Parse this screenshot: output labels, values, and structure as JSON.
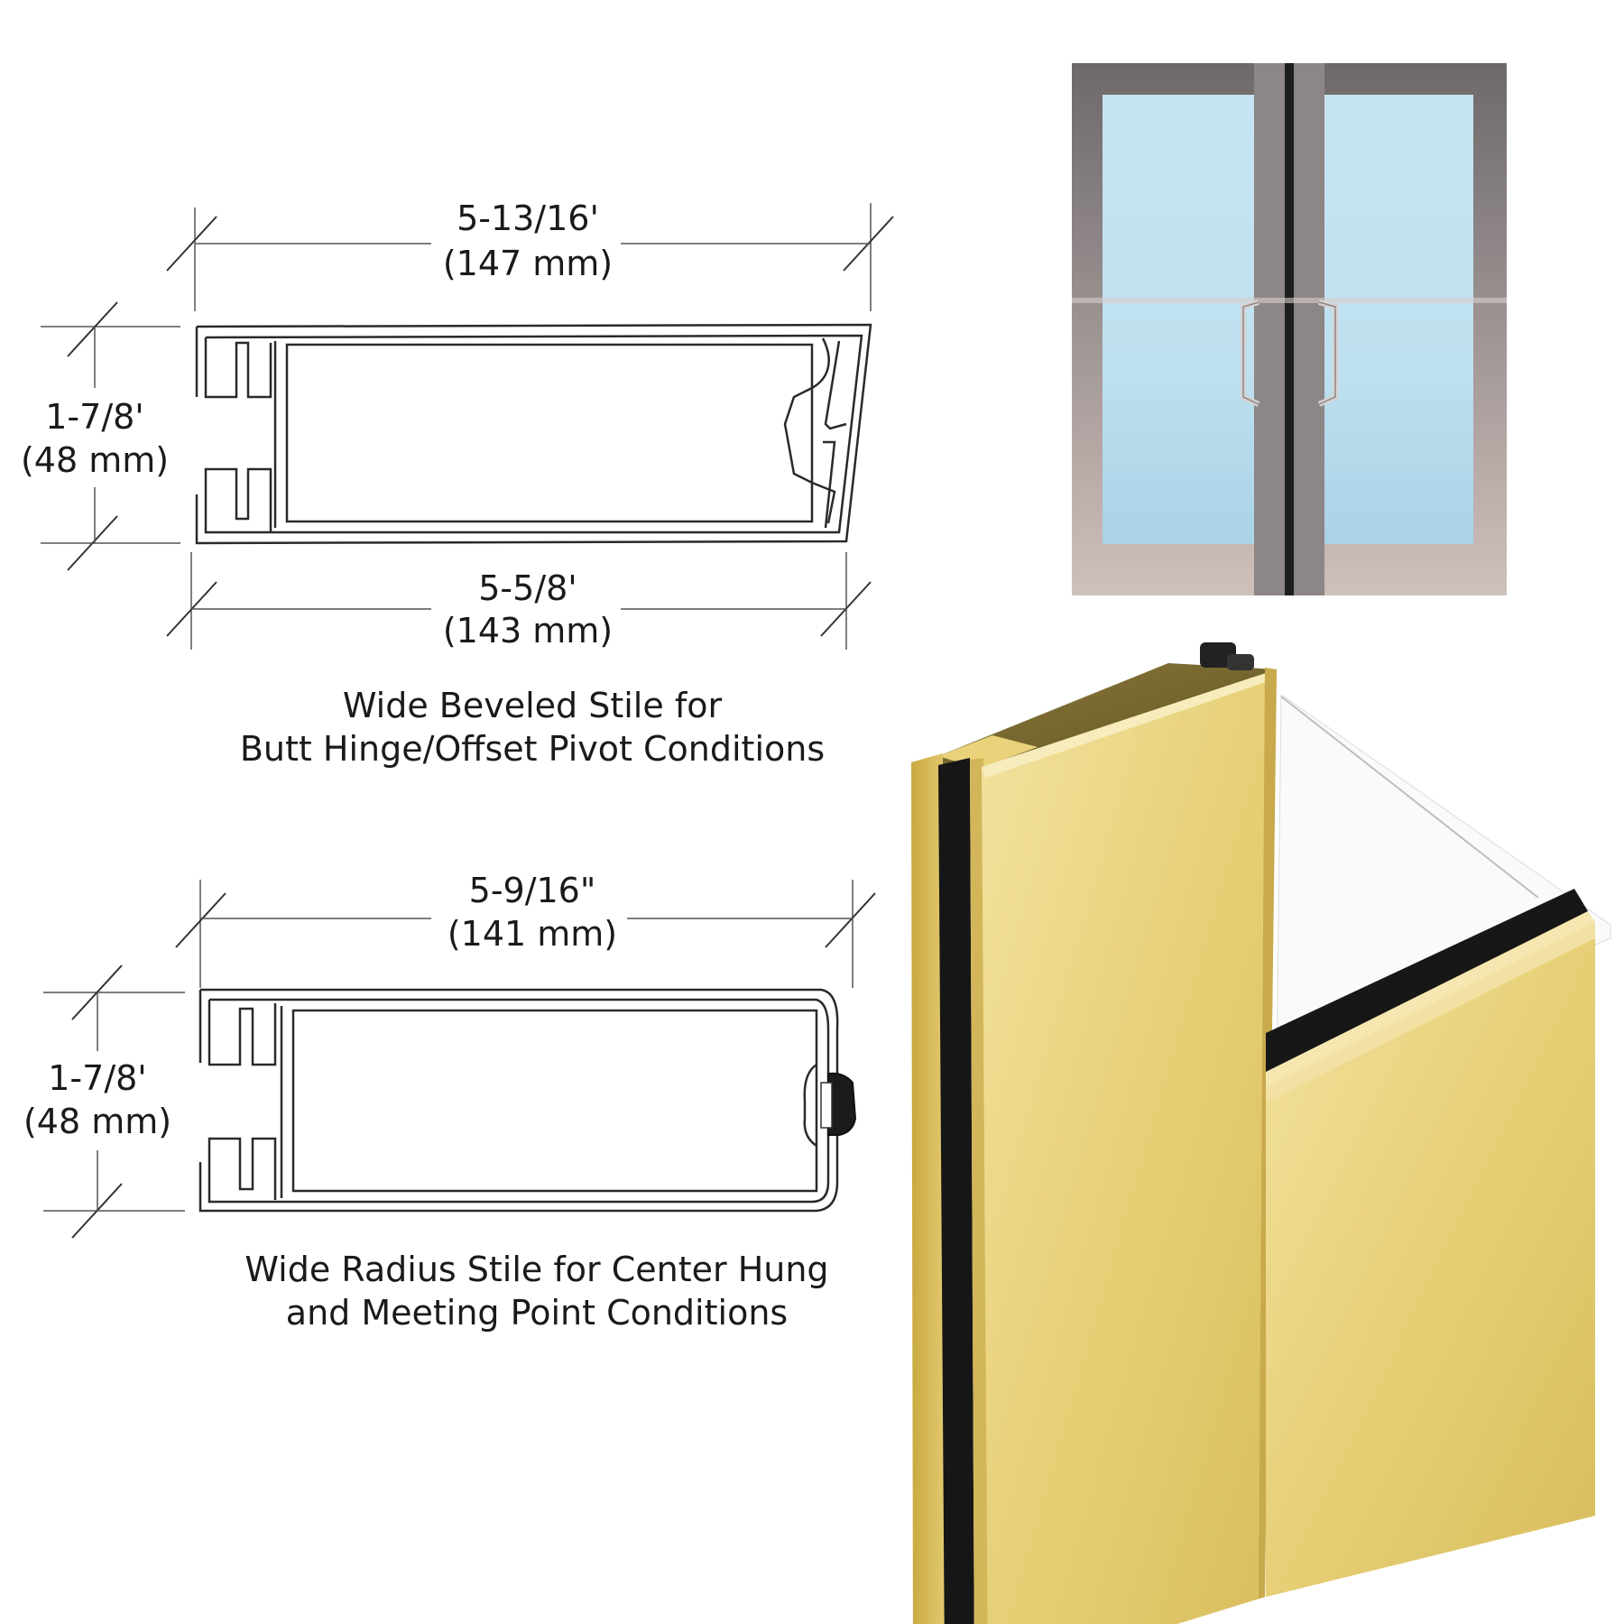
{
  "diagram_top": {
    "width_label": "5-13/16'",
    "width_mm": "(147 mm)",
    "height_label": "1-7/8'",
    "height_mm": "(48 mm)",
    "bottom_label": "5-5/8'",
    "bottom_mm": "(143 mm)",
    "caption_line1": "Wide Beveled Stile for",
    "caption_line2": "Butt Hinge/Offset Pivot Conditions"
  },
  "diagram_bottom": {
    "width_label": "5-9/16\"",
    "width_mm": "(141 mm)",
    "height_label": "1-7/8'",
    "height_mm": "(48 mm)",
    "caption_line1": "Wide Radius Stile for Center Hung",
    "caption_line2": "and Meeting Point Conditions"
  },
  "colors": {
    "gold": "#e9d27a",
    "glass": "#c9e6f2",
    "frame": "#9a9090"
  },
  "icons": {
    "door_photo": "double-glass-door",
    "stile_render": "gold-door-stile"
  }
}
